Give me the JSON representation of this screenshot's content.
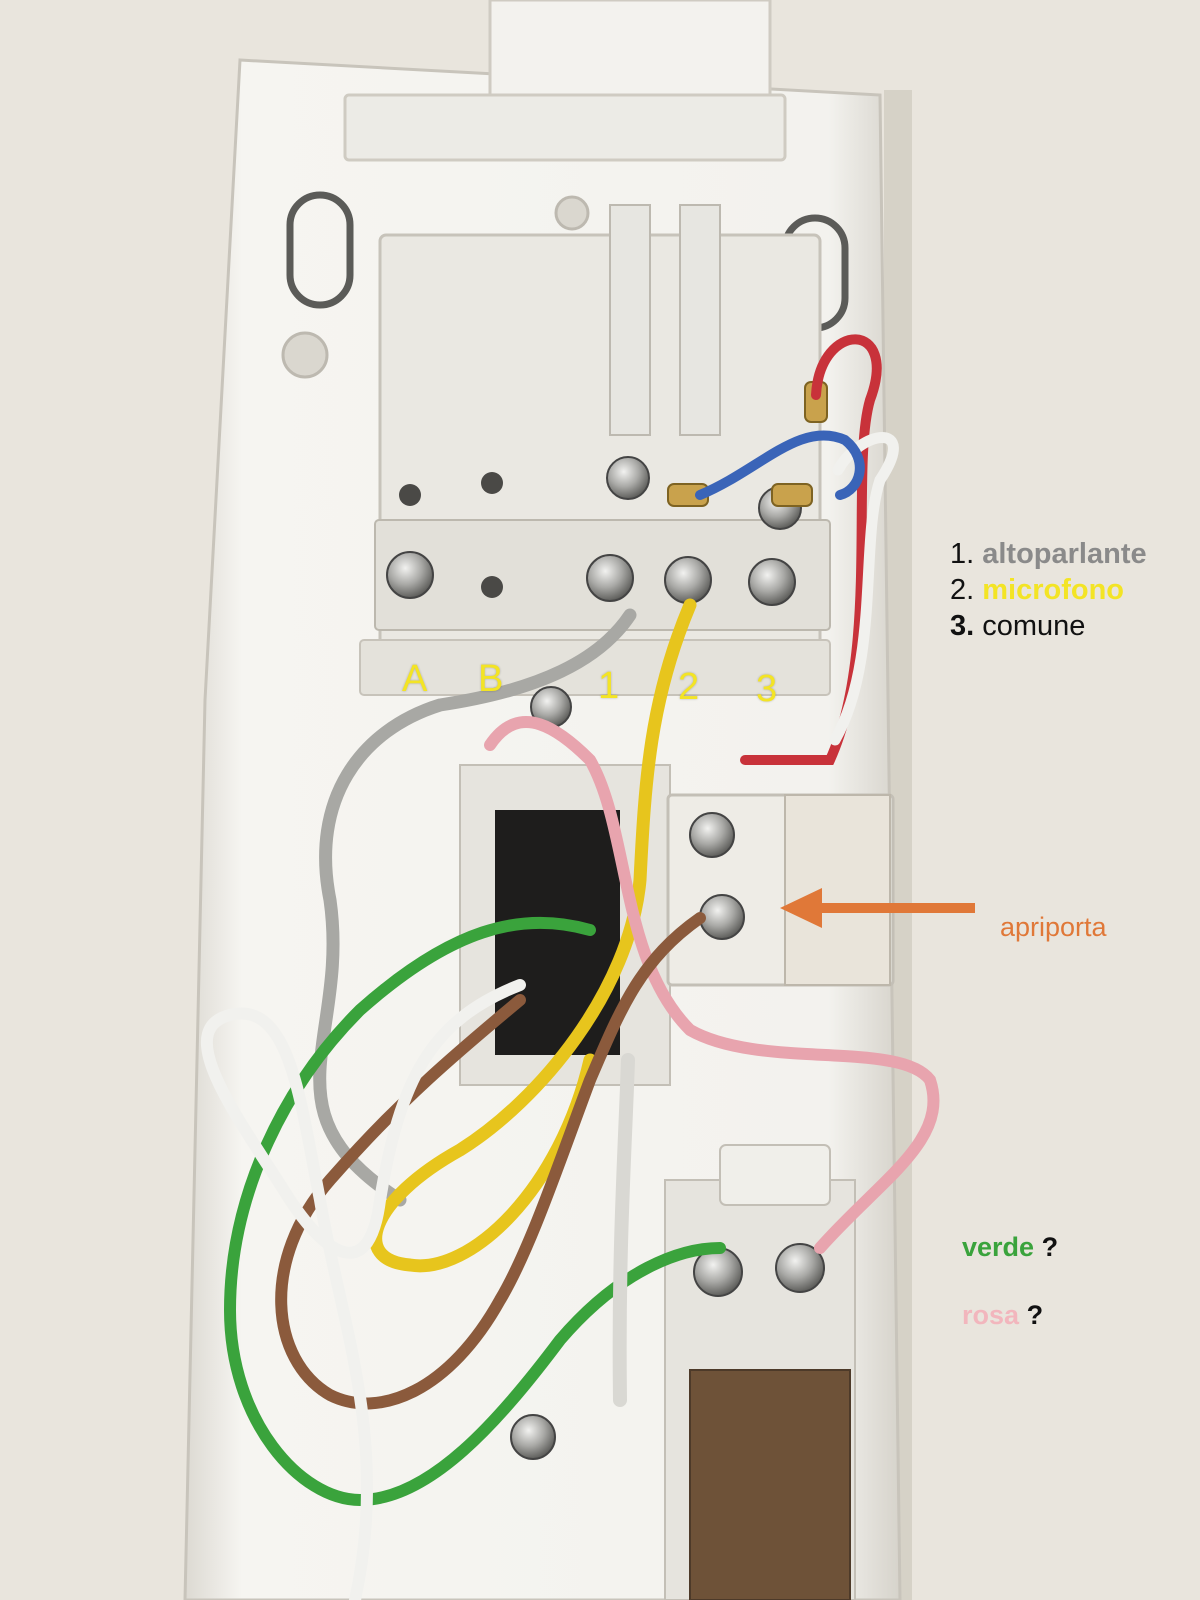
{
  "colors": {
    "wall": "#ebe7df",
    "panel": "#f4f2ec",
    "label_yellow": "#f3e425",
    "label_gray": "#8a8a8a",
    "arrow_orange": "#e07838",
    "wire_green": "#3aa33c",
    "wire_pink": "#e8a4ae",
    "wire_brown": "#8b5a3c",
    "wire_yellow": "#e7c51d",
    "wire_gray": "#a8a8a4",
    "wire_white": "#f1f1ee",
    "wire_red": "#c8323a",
    "wire_blue": "#3a64b8"
  },
  "terminals": [
    "A",
    "B",
    "1",
    "2",
    "3"
  ],
  "legend": [
    {
      "num": "1.",
      "label": "altoparlante",
      "color": "#8a8a8a",
      "bold_num": false
    },
    {
      "num": "2.",
      "label": "microfono",
      "color": "#f3e425",
      "bold_num": false
    },
    {
      "num": "3.",
      "label": "comune",
      "color": "#111111",
      "bold_num": true
    }
  ],
  "apriporta": {
    "label": "apriporta",
    "color": "#e07838"
  },
  "questions": [
    {
      "word": "verde",
      "mark": "?",
      "color": "#3aa33c"
    },
    {
      "word": "rosa",
      "mark": "?",
      "color": "#f2b6bd"
    }
  ]
}
